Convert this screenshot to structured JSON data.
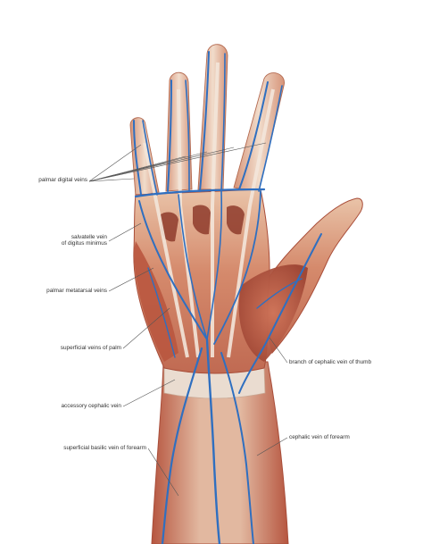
{
  "labels": {
    "palmar_digital_veins": "palmar digital veins",
    "salvatella_vein_line1": "salvatelle vein",
    "salvatella_vein_line2": "of digitus minimus",
    "palmar_metatarsal_veins": "palmar metatarsal veins",
    "superficial_veins_palm": "superficial veins of palm",
    "accessory_cephalic_vein": "accessory cephalic vein",
    "superficial_basilic_vein": "superficial basilic vein of forearm",
    "branch_cephalic_thumb": "branch of cephalic vein of thumb",
    "cephalic_vein_forearm": "cephalic vein of forearm"
  },
  "colors": {
    "muscle": "#b9573f",
    "muscle_dark": "#8e3b2c",
    "tendon": "#f0dccb",
    "vein": "#2f6fc0",
    "leader_line": "#555555"
  }
}
